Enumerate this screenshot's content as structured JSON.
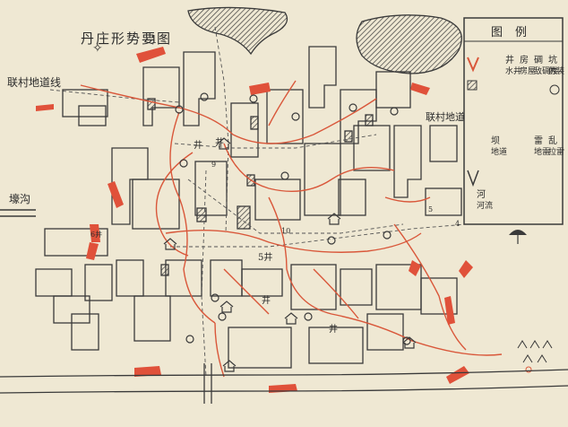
{
  "map": {
    "title": "丹庄形势要图",
    "title_number": "1",
    "labels": {
      "village_left": "联村地道线",
      "village_right": "联村地道",
      "ditch": "壕沟"
    },
    "well_labels": [
      "井",
      "井",
      "5井",
      "井",
      "井",
      "6井"
    ],
    "route_numbers": [
      "9",
      "10",
      "4",
      "5"
    ],
    "legend": {
      "title": "图例",
      "items": [
        {
          "symbol": "坑",
          "label": "伪装"
        },
        {
          "symbol": "碉",
          "label": "敌碉楼"
        },
        {
          "symbol": "房",
          "label": "房屋"
        },
        {
          "symbol": "井",
          "label": "水井"
        },
        {
          "symbol": "乱",
          "label": "拉雷"
        },
        {
          "symbol": "雷",
          "label": "地雷"
        },
        {
          "symbol": "坝",
          "label": "地道"
        },
        {
          "symbol": "河",
          "label": "河流"
        }
      ]
    },
    "colors": {
      "paper": "#efe8d3",
      "ink": "#3a3a3a",
      "red": "#d9573a"
    }
  }
}
